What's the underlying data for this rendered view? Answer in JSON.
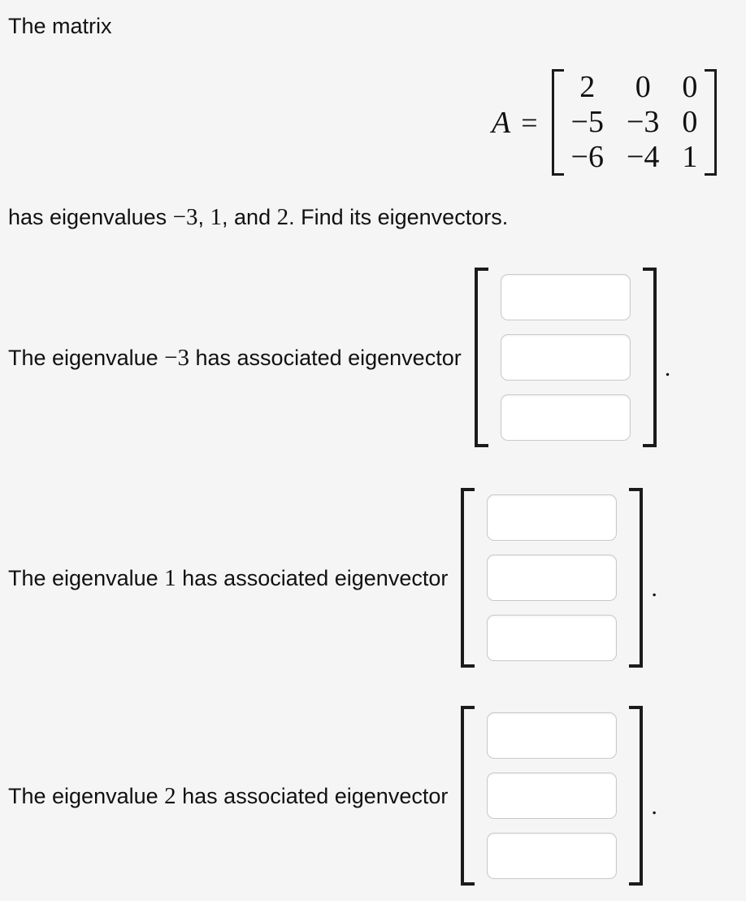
{
  "intro": "The matrix",
  "matrix": {
    "symbol": "A",
    "equals": "=",
    "rows": [
      [
        "2",
        "0",
        "0"
      ],
      [
        "−5",
        "−3",
        "0"
      ],
      [
        "−6",
        "−4",
        "1"
      ]
    ]
  },
  "eigenline": {
    "t1": "has eigenvalues ",
    "v1": "−3",
    "t2": ", ",
    "v2": "1",
    "t3": ", and ",
    "v3": "2",
    "t4": ". Find its eigenvectors."
  },
  "questions": [
    {
      "t1": "The eigenvalue ",
      "value": "−3",
      "t2": " has associated eigenvector",
      "period": "."
    },
    {
      "t1": "The eigenvalue ",
      "value": "1",
      "t2": " has associated eigenvector",
      "period": "."
    },
    {
      "t1": "The eigenvalue ",
      "value": "2",
      "t2": " has associated eigenvector",
      "period": "."
    }
  ],
  "inputs": {
    "value": "",
    "placeholder": ""
  },
  "colors": {
    "page_background": "#f5f5f6",
    "input_background": "#ffffff",
    "input_border": "#c9c9ca",
    "text": "#111111",
    "bracket": "#1b1b1d"
  }
}
